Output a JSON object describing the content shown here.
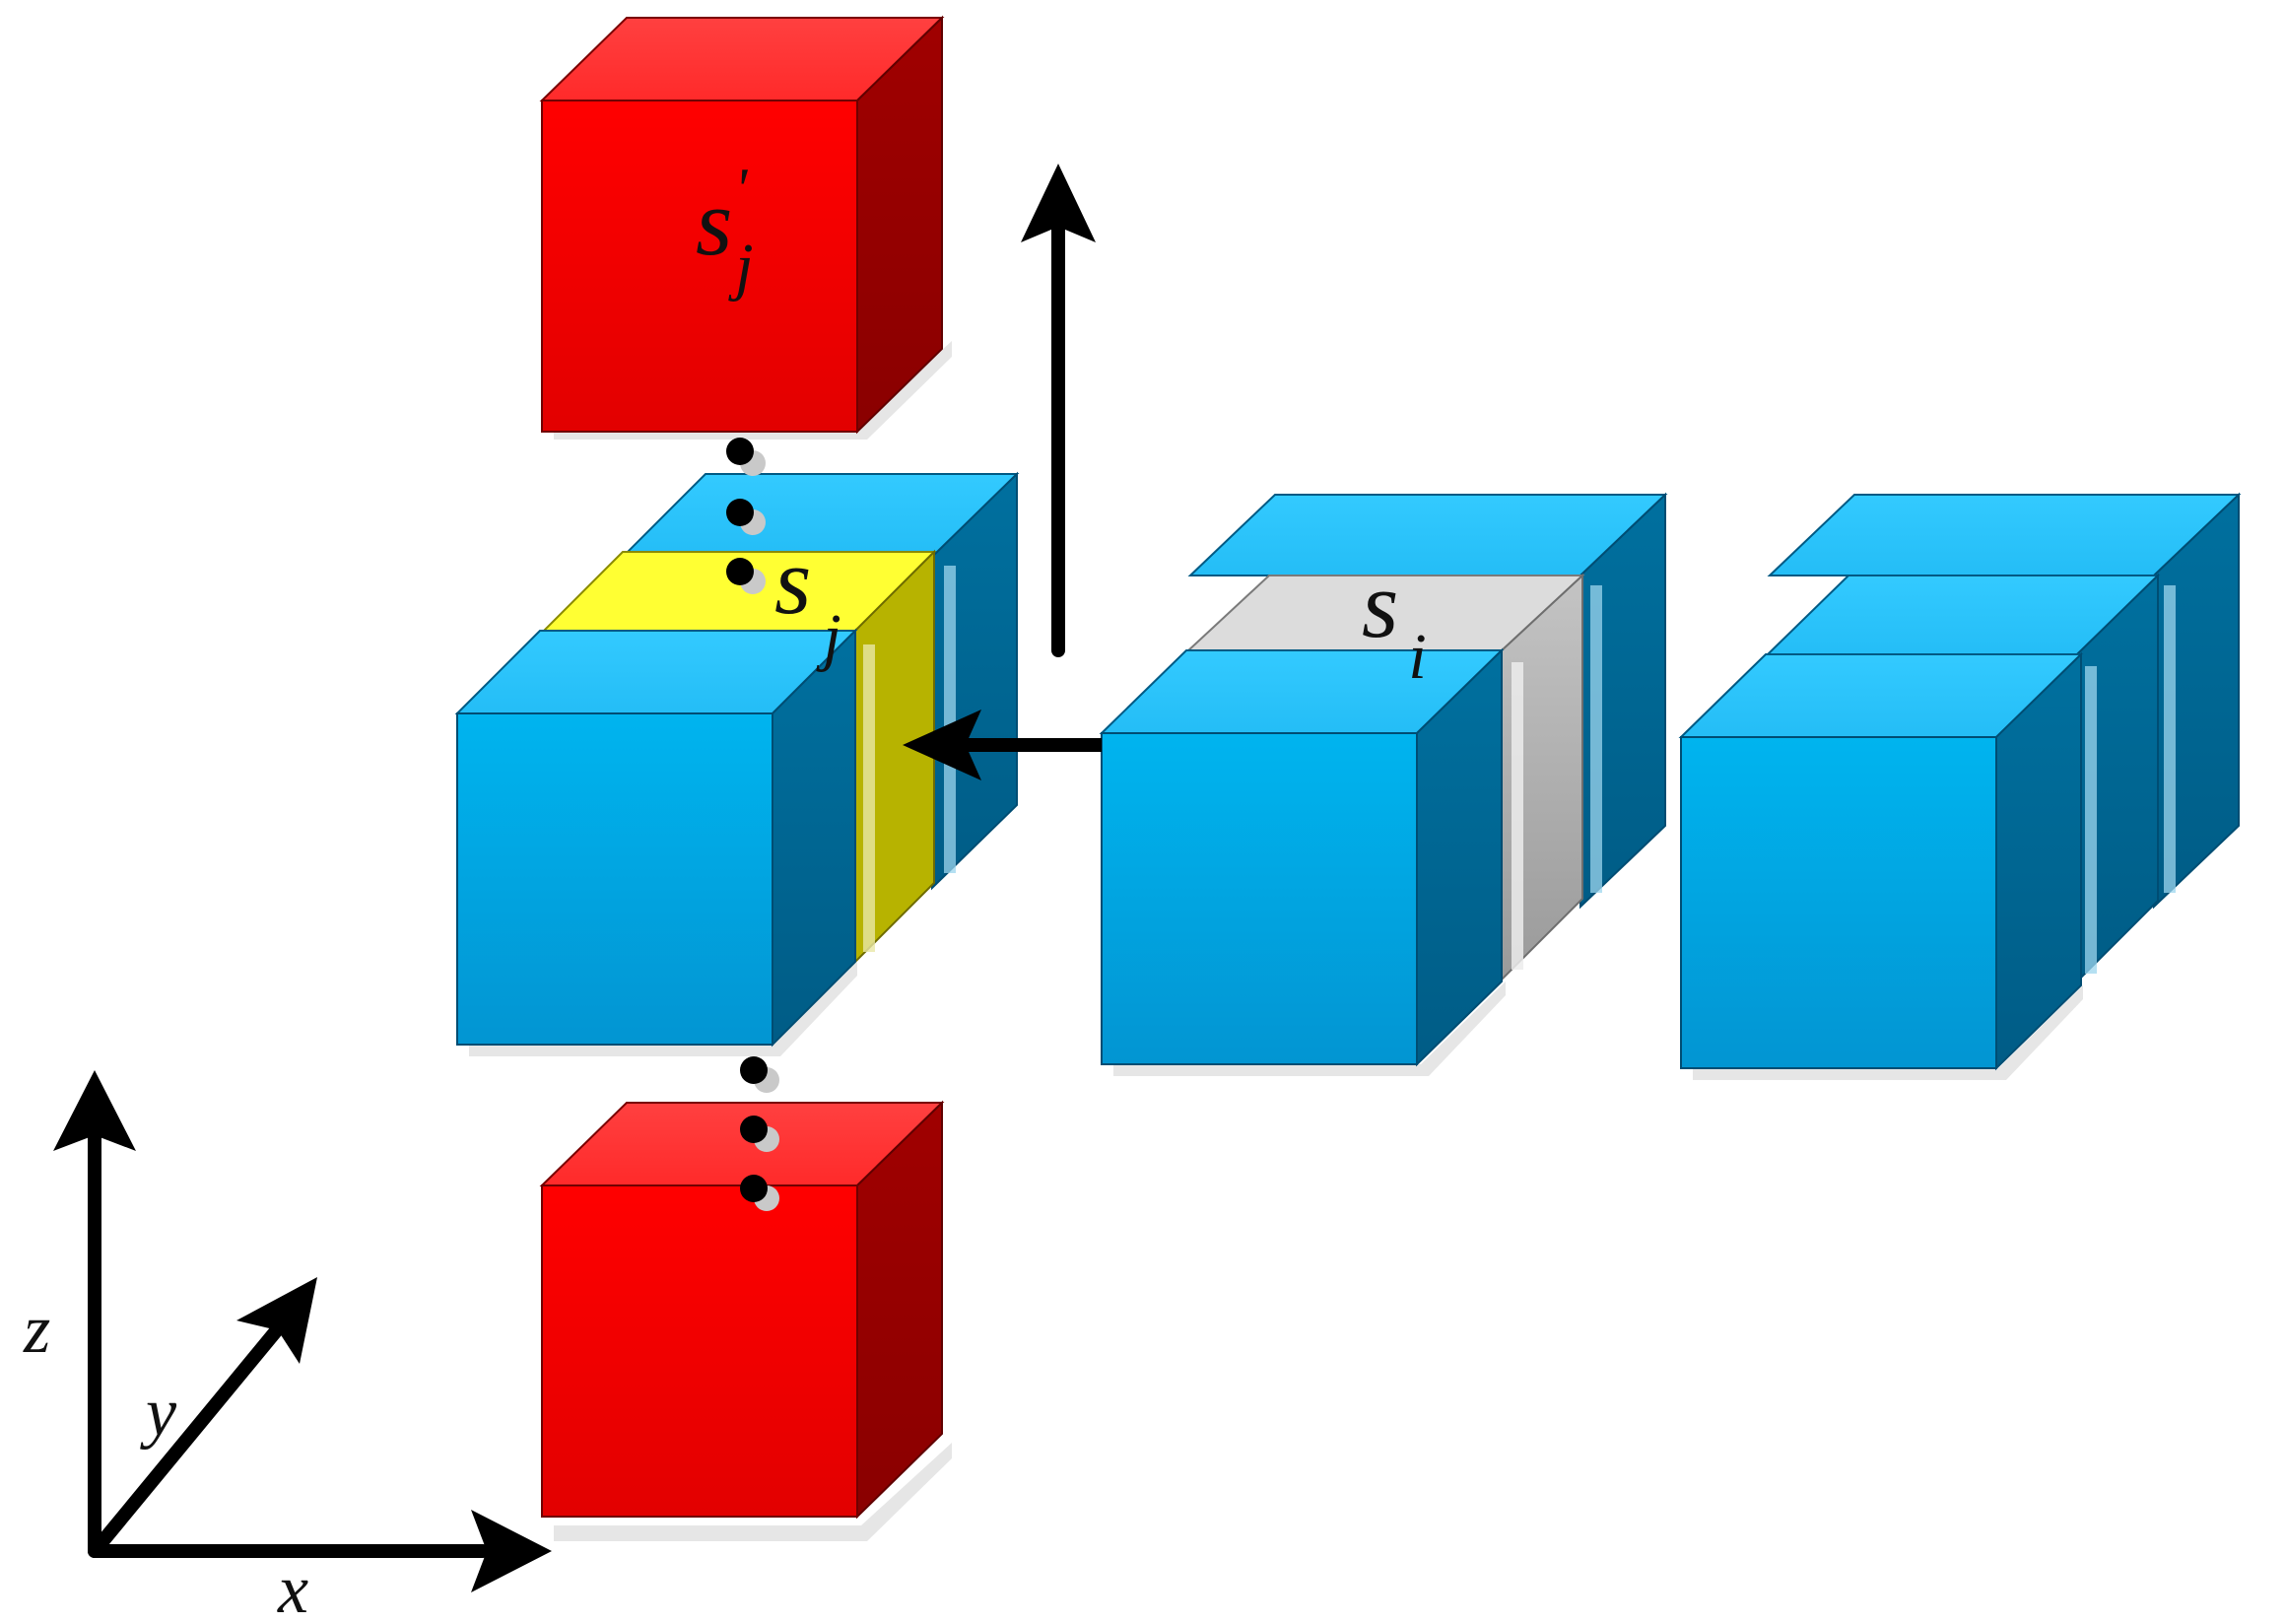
{
  "colors": {
    "cube_blue": "#05a9e6",
    "cube_red": "#ff0000",
    "highlight_yellow": "#ffff33",
    "highlight_gray": "#d4d4d4",
    "arrow": "#000000"
  },
  "labels": {
    "s_prime_j": {
      "base": "s",
      "sup": "'",
      "sub": "j"
    },
    "s_j": {
      "base": "s",
      "sub": "j"
    },
    "s_i": {
      "base": "s",
      "sub": "i"
    }
  },
  "axes": {
    "x": "x",
    "y": "y",
    "z": "z"
  }
}
